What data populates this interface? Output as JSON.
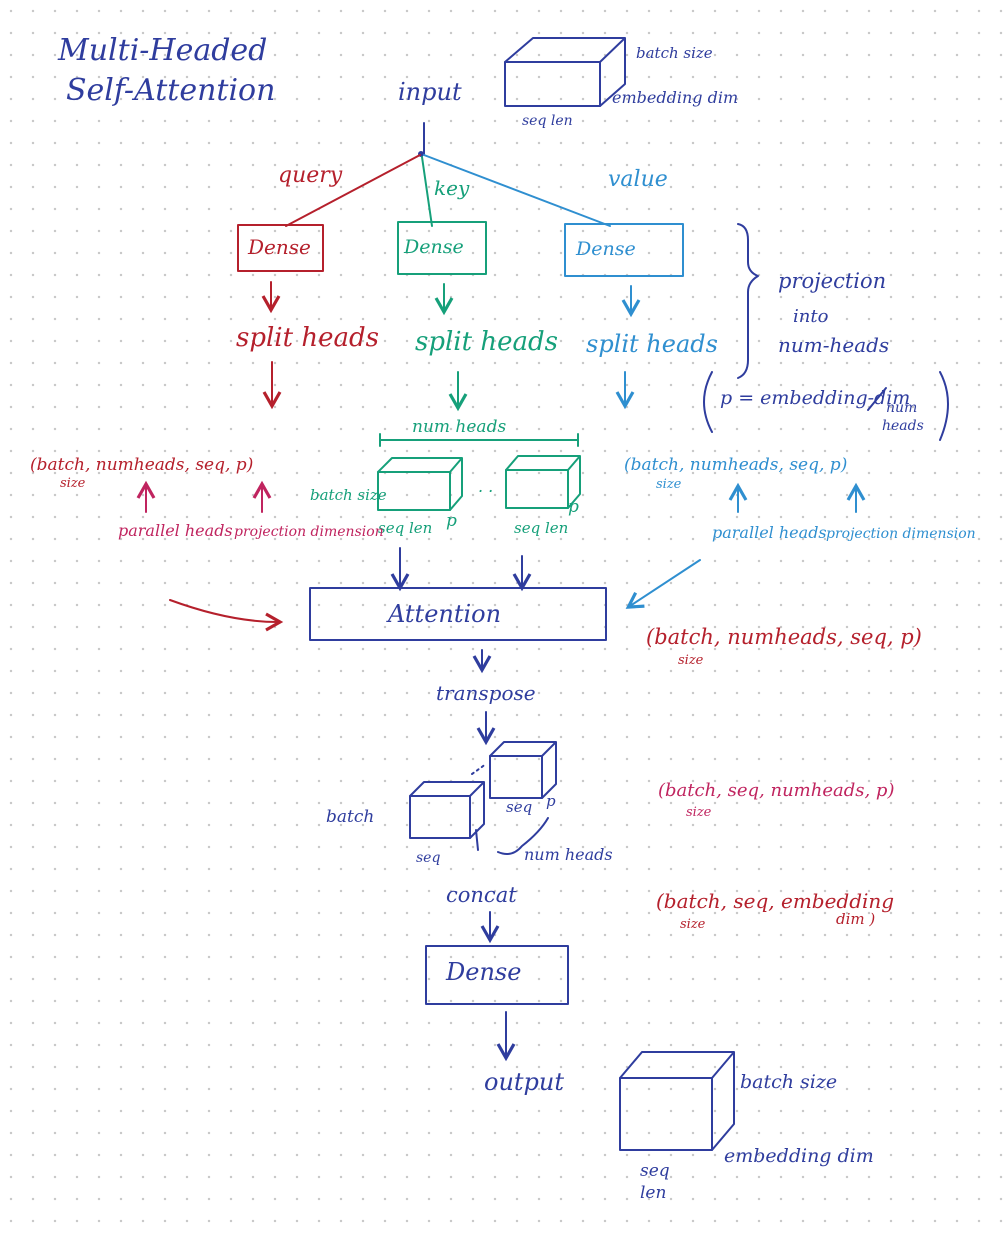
{
  "title": [
    "Multi-Headed",
    "Self-Attention"
  ],
  "input": {
    "label": "input",
    "dims": {
      "batch": "batch size",
      "embed": "embedding dim",
      "seq": "seq len"
    }
  },
  "branches": {
    "query": {
      "label": "query",
      "dense": "Dense",
      "split": "split heads"
    },
    "key": {
      "label": "key",
      "dense": "Dense",
      "split": "split heads"
    },
    "value": {
      "label": "value",
      "dense": "Dense",
      "split": "split heads"
    }
  },
  "projection_note": {
    "lines": [
      "projection",
      "into",
      "num-heads"
    ],
    "p_formula": "p = embedding-dim",
    "p_denominator": [
      "num",
      "heads"
    ]
  },
  "heads": {
    "num_heads": "num heads",
    "batch_size": "batch size",
    "seq_len": "seq len",
    "p": "p",
    "ellipsis": ". ."
  },
  "left_shape": {
    "shape": "(batch, numheads, seq, p)",
    "size": "size",
    "parallel": "parallel heads",
    "projection": "projection dimension"
  },
  "right_shape": {
    "shape": "(batch, numheads, seq, p)",
    "size": "size",
    "parallel": "parallel heads",
    "projection": "projection dimension"
  },
  "attention": {
    "label": "Attention",
    "out_shape": "(batch, numheads, seq, p)",
    "out_size": "size"
  },
  "transpose": {
    "label": "transpose",
    "batch": "batch",
    "seq": "seq",
    "p": "p",
    "num_heads": "num heads",
    "shape": "(batch, seq, numheads, p)",
    "size": "size"
  },
  "concat": {
    "label": "concat",
    "shape": "(batch, seq, embedding",
    "size": "size",
    "dim": "dim )"
  },
  "final_dense": {
    "label": "Dense"
  },
  "output": {
    "label": "output",
    "dims": {
      "batch": "batch size",
      "embed": "embedding dim",
      "seq": "seq",
      "len": "len"
    }
  },
  "colors": {
    "blue": "#2f3d9e",
    "red": "#b5202c",
    "green": "#16a07a",
    "light_blue": "#2f8fd0",
    "pink": "#c0245f"
  }
}
